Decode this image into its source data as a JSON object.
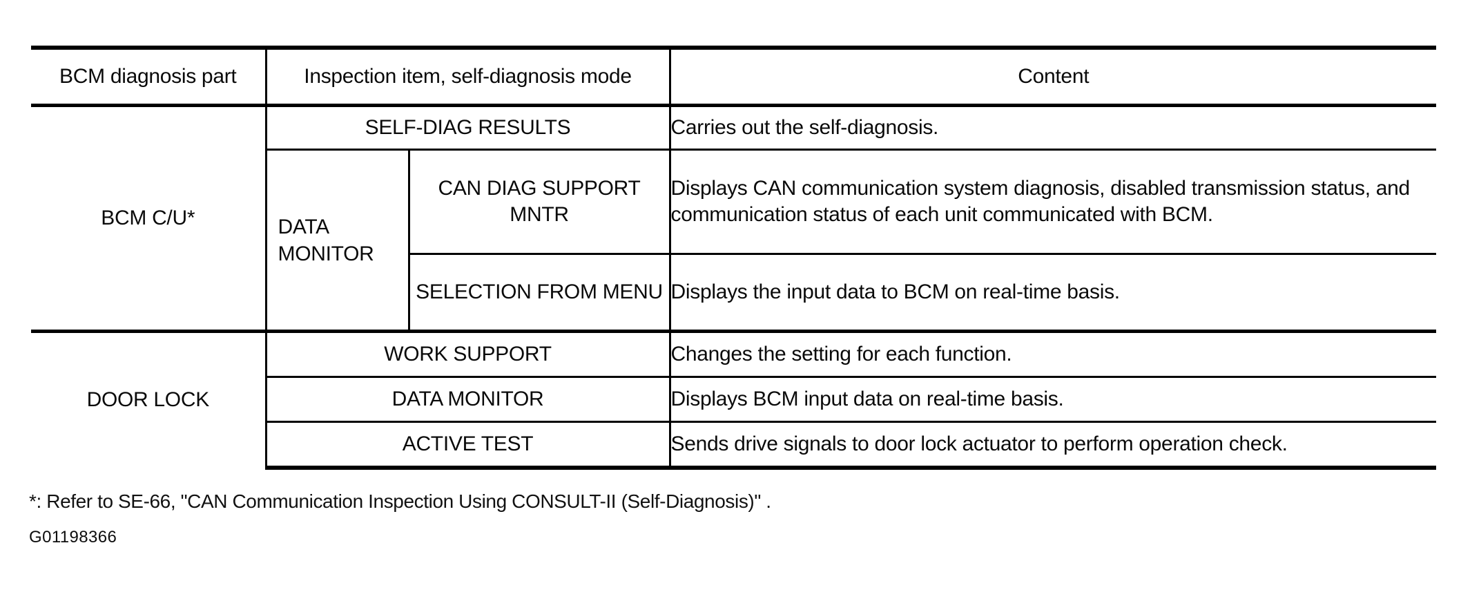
{
  "document": {
    "figure_id": "G01198366",
    "footnote": "*: Refer to SE-66, \"CAN Communication Inspection Using CONSULT-II (Self-Diagnosis)\" ."
  },
  "table": {
    "headers": {
      "col1": "BCM diagnosis part",
      "col2": "Inspection item, self-diagnosis mode",
      "col3": "Content"
    },
    "groups": [
      {
        "part": "BCM C/U*",
        "rows": [
          {
            "mode": "SELF-DIAG RESULTS",
            "submode": "",
            "content": "Carries out the self-diagnosis."
          },
          {
            "mode": "DATA MONITOR",
            "submode": "CAN DIAG SUPPORT MNTR",
            "content": "Displays CAN communication system diagnosis, disabled transmission status, and communication status of each unit communicated with BCM."
          },
          {
            "mode": "DATA MONITOR",
            "submode": "SELECTION FROM MENU",
            "content": "Displays the input data to BCM on real-time basis."
          }
        ]
      },
      {
        "part": "DOOR LOCK",
        "rows": [
          {
            "mode": "WORK SUPPORT",
            "submode": "",
            "content": "Changes the setting for each function."
          },
          {
            "mode": "DATA MONITOR",
            "submode": "",
            "content": "Displays BCM input data on real-time basis."
          },
          {
            "mode": "ACTIVE TEST",
            "submode": "",
            "content": "Sends drive signals to door lock actuator to perform operation check."
          }
        ]
      }
    ],
    "data_monitor_label_line1": "DATA",
    "data_monitor_label_line2": "MONITOR"
  }
}
